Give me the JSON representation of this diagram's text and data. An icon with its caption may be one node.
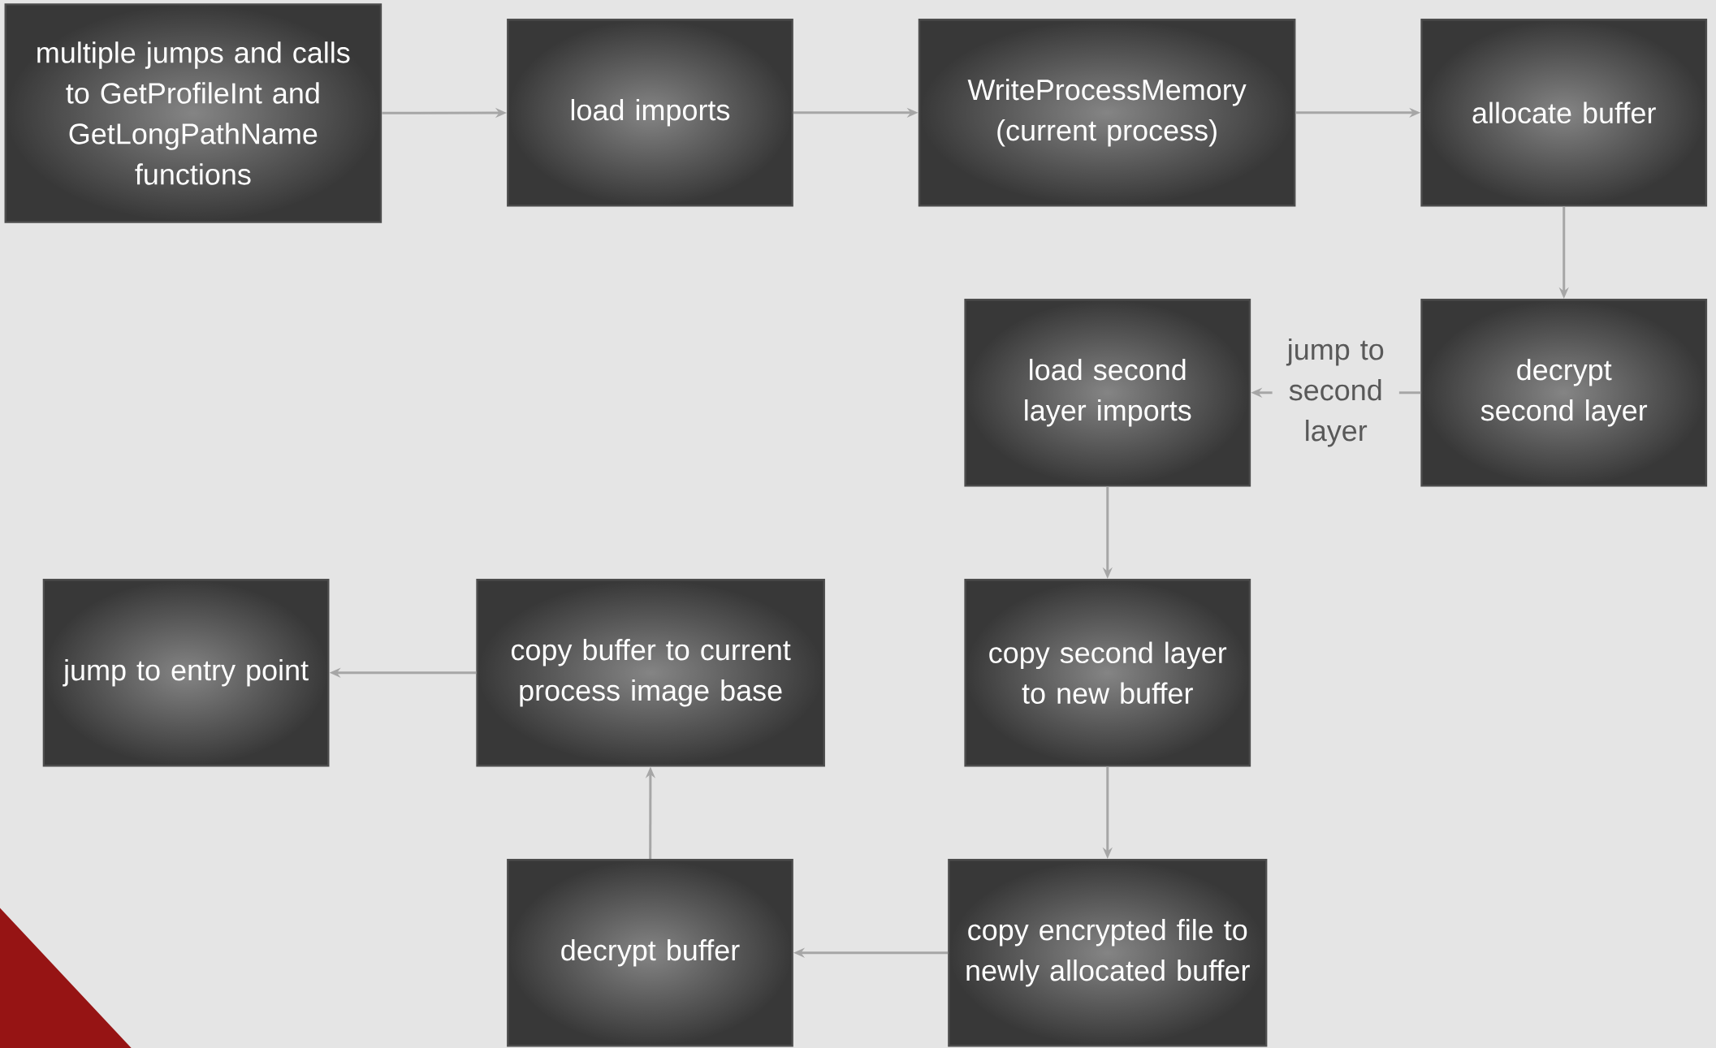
{
  "diagram": {
    "nodes": [
      {
        "text": [
          "multiple jumps and calls to GetProfileInt and GetLongPathName functions"
        ]
      },
      {
        "text": [
          "load imports"
        ]
      },
      {
        "text": [
          "WriteProcessMemory (current process)"
        ]
      },
      {
        "text": [
          "allocate buffer"
        ]
      },
      {
        "text": [
          "decrypt second layer"
        ]
      },
      {
        "text": [
          "load second layer imports"
        ]
      },
      {
        "text": [
          "copy second layer to new buffer"
        ]
      },
      {
        "text": [
          "copy encrypted file to newly allocated buffer"
        ]
      },
      {
        "text": [
          "decrypt buffer"
        ]
      },
      {
        "text": [
          "copy buffer to current process image base"
        ]
      },
      {
        "text": [
          "jump to entry point"
        ]
      }
    ],
    "edges": [
      {
        "from": 0,
        "to": 1,
        "arrow": "to"
      },
      {
        "from": 1,
        "to": 2,
        "arrow": "to"
      },
      {
        "from": 2,
        "to": 3,
        "arrow": "to"
      },
      {
        "from": 3,
        "to": 4,
        "arrow": "to"
      },
      {
        "from": 4,
        "to": 5,
        "arrow": "to",
        "label": "jump to second layer"
      },
      {
        "from": 5,
        "to": 6,
        "arrow": "to"
      },
      {
        "from": 6,
        "to": 7,
        "arrow": "to"
      },
      {
        "from": 7,
        "to": 8,
        "arrow": "to"
      },
      {
        "from": 8,
        "to": 9,
        "arrow": "to"
      },
      {
        "from": 9,
        "to": 10,
        "arrow": "to"
      }
    ]
  }
}
